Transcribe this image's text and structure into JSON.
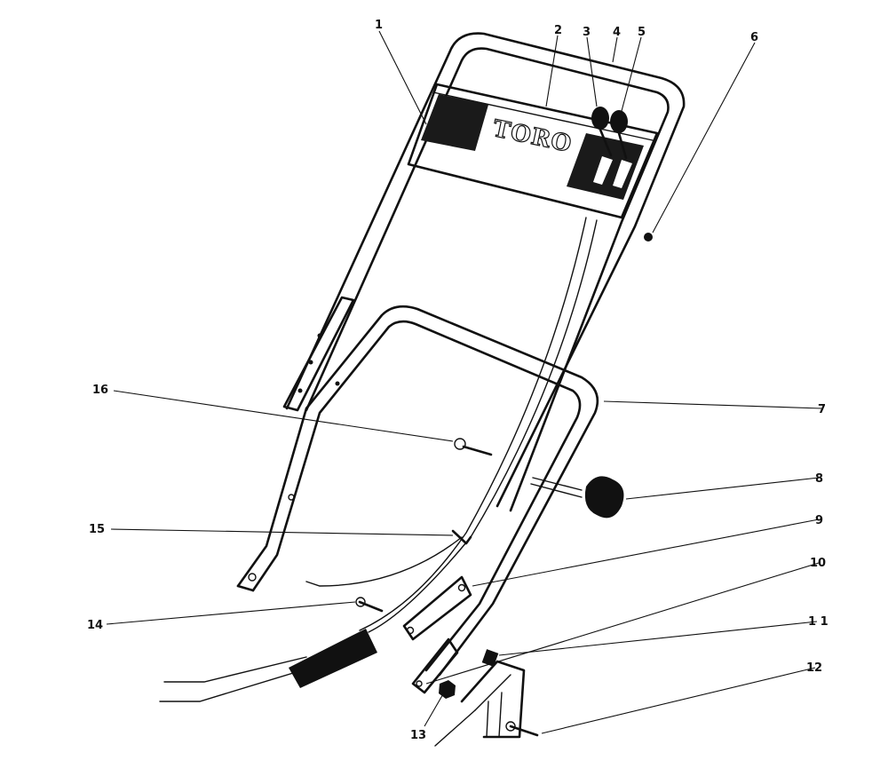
{
  "brand_text": "TORO",
  "callouts": [
    "1",
    "2",
    "3",
    "4",
    "5",
    "6",
    "7",
    "8",
    "9",
    "10",
    "1 1",
    "12",
    "13",
    "14",
    "15",
    "16"
  ]
}
